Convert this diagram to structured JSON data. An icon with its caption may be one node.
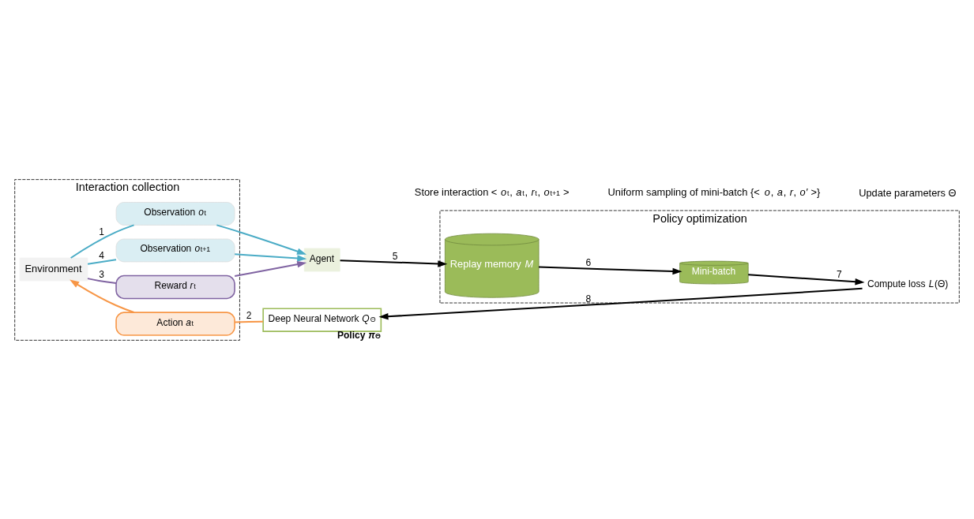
{
  "diagram": {
    "nodes": [
      {
        "text": [
          "Interaction collection"
        ]
      },
      {
        "text": [
          "Policy optimization"
        ]
      },
      {
        "text": [
          "Environment"
        ],
        "in": 0
      },
      {
        "text": [
          "Observation *o*$_{t}$"
        ],
        "in": 0
      },
      {
        "text": [
          "Observation *o*$_{t+1}$"
        ],
        "in": 0
      },
      {
        "text": [
          "Reward *r*$_{t}$"
        ],
        "in": 0
      },
      {
        "text": [
          "Agent"
        ]
      },
      {
        "text": [
          "Deep Neural Network *Q*$_{Θ}$"
        ],
        "beside": [
          "Policy *π*$_{Θ}$"
        ]
      },
      {
        "text": [
          "Action *a*$_{t}$"
        ],
        "in": 0
      },
      {
        "text": [
          "Replay memory *M*"
        ],
        "in": 1
      },
      {
        "text": [
          "Mini-batch"
        ],
        "in": 1
      },
      {
        "text": [
          "Compute loss *L*(Θ)"
        ],
        "in": 1
      }
    ],
    "edges": [
      {
        "from": 2,
        "to": 3,
        "arrow": "none",
        "label": "1",
        "color": "#4bacc6"
      },
      {
        "from": 3,
        "to": 6,
        "arrow": "to",
        "color": "#4bacc6"
      },
      {
        "from": 2,
        "to": 4,
        "arrow": "none",
        "label": "4",
        "color": "#4bacc6"
      },
      {
        "from": 4,
        "to": 6,
        "arrow": "to",
        "color": "#4bacc6"
      },
      {
        "from": 2,
        "to": 5,
        "arrow": "none",
        "label": "3",
        "color": "#8064a2"
      },
      {
        "from": 5,
        "to": 6,
        "arrow": "to",
        "color": "#8064a2"
      },
      {
        "from": 7,
        "to": 8,
        "arrow": "none",
        "label": "2",
        "color": "#f79646"
      },
      {
        "from": 8,
        "to": 2,
        "arrow": "to",
        "color": "#f79646"
      },
      {
        "from": 6,
        "to": 9,
        "arrow": "to",
        "label": "5",
        "color": "#000000"
      },
      {
        "from": 9,
        "to": 10,
        "arrow": "to",
        "label": "6",
        "color": "#000000"
      },
      {
        "from": 10,
        "to": 11,
        "arrow": "to",
        "label": "7",
        "color": "#000000"
      },
      {
        "from": 11,
        "to": 7,
        "arrow": "to",
        "label": "8",
        "color": "#000000"
      }
    ],
    "labels": [
      "Store interaction < *o*$_{t}$, *a*$_{t}$, *r*$_{t}$, *o*$_{t+1}$ >",
      "Uniform sampling of mini-batch {< *o*, *a*, *r*, *o*′ >}",
      "Update parameters Θ"
    ]
  }
}
